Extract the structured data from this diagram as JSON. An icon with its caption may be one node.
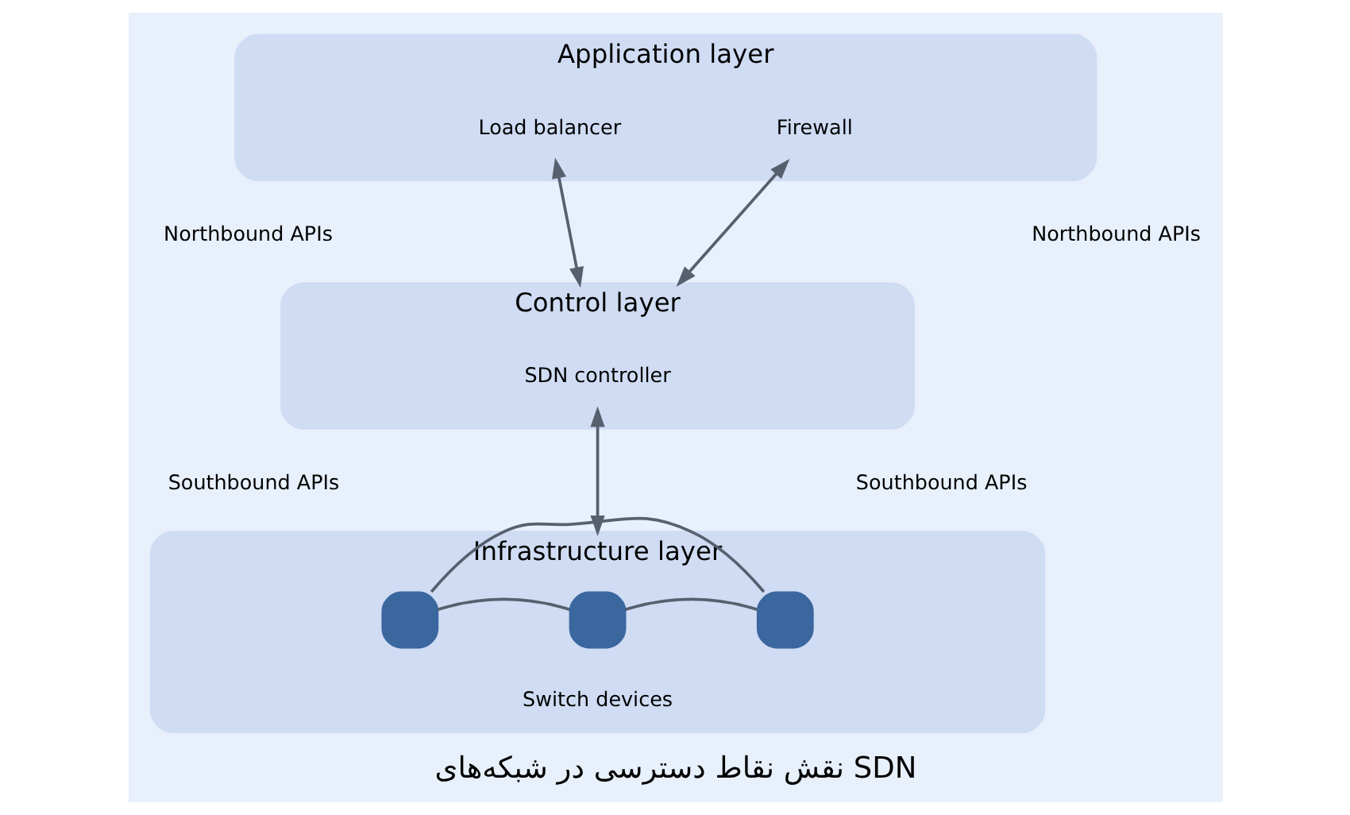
{
  "diagram": {
    "title": "نقش نقاط دسترسی در شبکه‌های SDN",
    "nodes": [
      {
        "text": [
          "Application layer"
        ]
      },
      {
        "text": [
          "Load balancer"
        ],
        "in": 0
      },
      {
        "text": [
          "Firewall"
        ],
        "in": 0
      },
      {
        "text": [
          "Control layer"
        ]
      },
      {
        "text": [
          "SDN controller"
        ],
        "in": 3
      },
      {
        "text": [
          "Infrastructure layer"
        ]
      },
      {
        "text": [],
        "shape": "box",
        "in": 5
      },
      {
        "text": [],
        "shape": "box",
        "in": 5,
        "beside": [
          "Switch devices"
        ]
      },
      {
        "text": [],
        "shape": "box",
        "in": 5
      }
    ],
    "edges": [
      {
        "from": 1,
        "to": 3,
        "arrow": "both"
      },
      {
        "from": 2,
        "to": 3,
        "arrow": "both"
      },
      {
        "from": 4,
        "to": 5,
        "arrow": "both"
      },
      {
        "from": 6,
        "to": 7,
        "arrow": "none"
      },
      {
        "from": 7,
        "to": 8,
        "arrow": "none"
      },
      {
        "from": 6,
        "to": 8,
        "arrow": "none"
      }
    ],
    "labels": [
      "Northbound APIs",
      "Northbound APIs",
      "Southbound APIs",
      "Southbound APIs"
    ]
  }
}
